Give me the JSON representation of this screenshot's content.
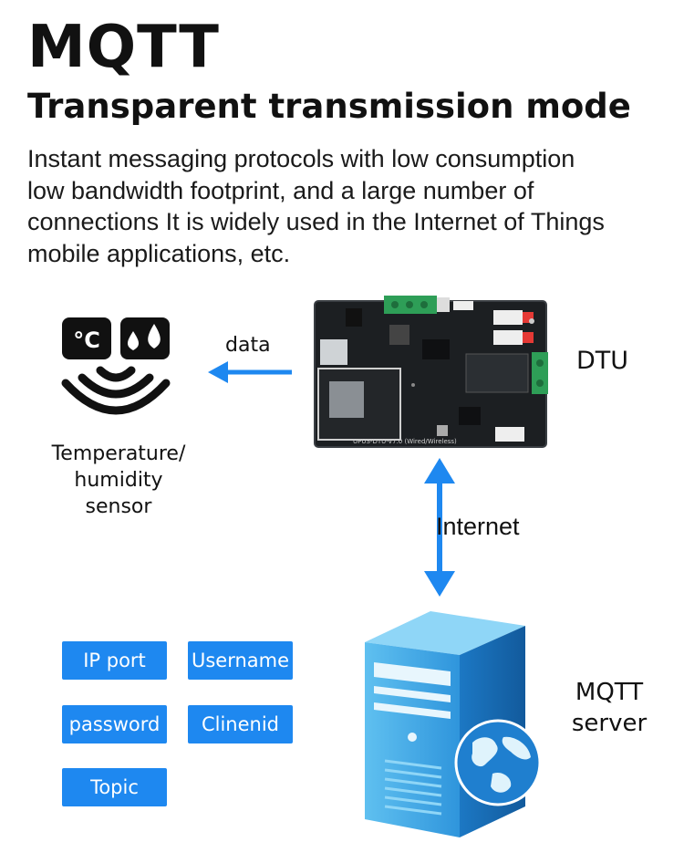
{
  "header": {
    "title": "MQTT",
    "subtitle": "Transparent transmission mode"
  },
  "description": [
    "Instant messaging protocols with low consumption",
    "low bandwidth footprint, and a large number of",
    "connections It is widely used in the Internet of Things",
    "mobile applications, etc."
  ],
  "sensor": {
    "icon_name": "temperature-humidity-sensor-icon",
    "temp_glyph": "°C",
    "label_lines": [
      "Temperature/",
      "humidity",
      "sensor"
    ]
  },
  "data_arrow": {
    "label": "data"
  },
  "dtu": {
    "label": "DTU",
    "board_text": "UPUS-DTU-V7.0 (Wired/Wireless)"
  },
  "internet_link": {
    "label": "Internet"
  },
  "mqtt_server": {
    "label_lines": [
      "MQTT",
      "server"
    ]
  },
  "parameters": [
    {
      "label": "IP port"
    },
    {
      "label": "Username"
    },
    {
      "label": "password"
    },
    {
      "label": "Clinenid"
    },
    {
      "label": "Topic"
    }
  ],
  "colors": {
    "accent": "#1e88f0",
    "board": "#1c1f22",
    "server": "#3aa3e3"
  }
}
